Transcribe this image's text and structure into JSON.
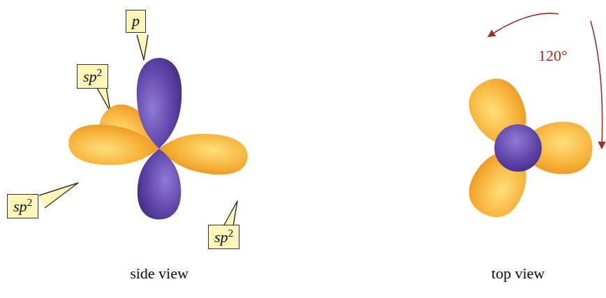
{
  "diagram": {
    "nodes": [
      {
        "text": [
          "p"
        ]
      },
      {
        "text": [
          "sp2"
        ]
      },
      {
        "text": [
          "sp2"
        ]
      },
      {
        "text": [
          "sp2"
        ]
      }
    ],
    "labels": [
      "120°",
      "side view",
      "top view"
    ]
  }
}
